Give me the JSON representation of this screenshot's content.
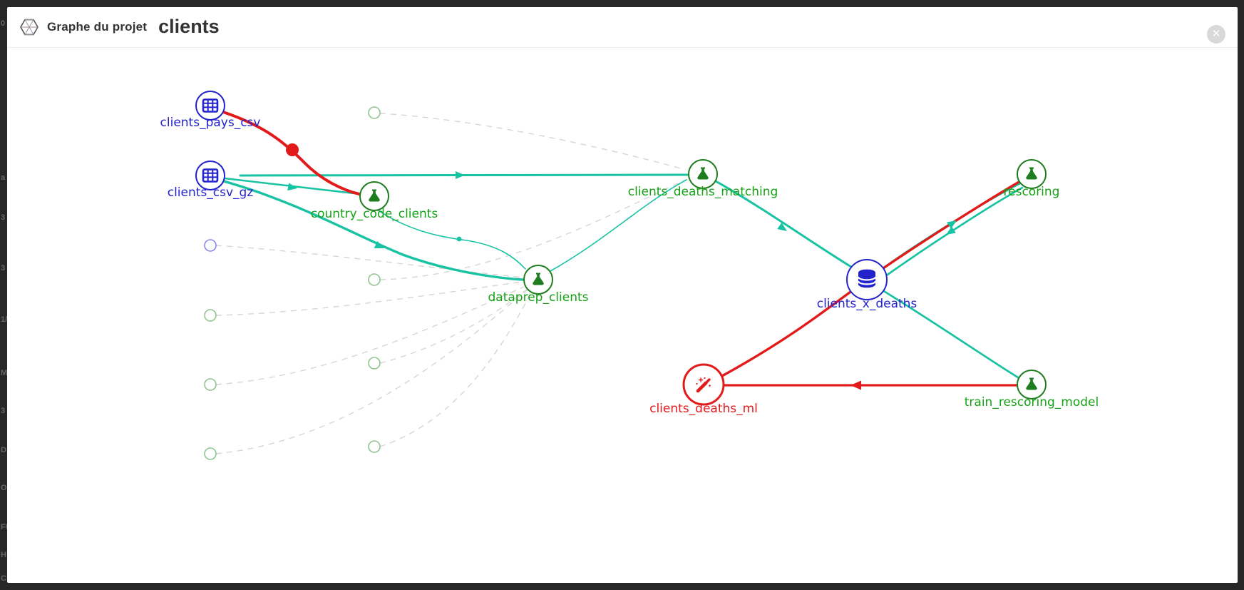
{
  "header": {
    "icon": "flow-hexagon-icon",
    "title": "Graphe du projet",
    "project_name": "clients",
    "close": "✕"
  },
  "colors": {
    "dataset_blue": "#2323cb",
    "recipe_green": "#1e7d1e",
    "label_green": "#15a015",
    "edge_teal": "#17c3a2",
    "edge_red": "#e31a1a",
    "dashed_gray": "#d6d6d6",
    "ghost_green": "#8fc48f",
    "ghost_purple": "#8c85e8",
    "frame_dark": "#272727"
  },
  "graph": {
    "nodes": [
      {
        "id": "clients_pays_csv",
        "label": "clients_pays_csv",
        "kind": "dataset",
        "icon": "table-icon"
      },
      {
        "id": "clients_csv_gz",
        "label": "clients_csv_gz",
        "kind": "dataset",
        "icon": "table-icon"
      },
      {
        "id": "country_code_clients",
        "label": "country_code_clients",
        "kind": "recipe",
        "icon": "flask-icon"
      },
      {
        "id": "dataprep_clients",
        "label": "dataprep_clients",
        "kind": "recipe",
        "icon": "flask-icon"
      },
      {
        "id": "clients_deaths_matching",
        "label": "clients_deaths_matching",
        "kind": "recipe",
        "icon": "flask-icon"
      },
      {
        "id": "clients_x_deaths",
        "label": "clients_x_deaths",
        "kind": "dataset",
        "icon": "database-icon"
      },
      {
        "id": "rescoring",
        "label": "rescoring",
        "kind": "recipe",
        "icon": "flask-icon"
      },
      {
        "id": "train_rescoring_model",
        "label": "train_rescoring_model",
        "kind": "recipe",
        "icon": "flask-icon"
      },
      {
        "id": "clients_deaths_ml",
        "label": "clients_deaths_ml",
        "kind": "ml-model",
        "icon": "magic-wand-icon"
      }
    ],
    "edges": [
      {
        "from": "clients_pays_csv",
        "to": "country_code_clients",
        "color": "red",
        "marker": "dot"
      },
      {
        "from": "clients_csv_gz",
        "to": "country_code_clients",
        "color": "teal",
        "marker": "arrow"
      },
      {
        "from": "clients_csv_gz",
        "to": "clients_deaths_matching",
        "color": "teal",
        "marker": "arrow"
      },
      {
        "from": "clients_csv_gz",
        "to": "dataprep_clients",
        "color": "teal",
        "marker": "arrow"
      },
      {
        "from": "country_code_clients",
        "to": "dataprep_clients",
        "color": "teal",
        "marker": "dot"
      },
      {
        "from": "dataprep_clients",
        "to": "clients_deaths_matching",
        "color": "teal",
        "marker": "none"
      },
      {
        "from": "clients_deaths_matching",
        "to": "clients_x_deaths",
        "color": "teal",
        "marker": "arrow"
      },
      {
        "from": "clients_x_deaths",
        "to": "rescoring",
        "color": "teal",
        "marker": "arrow"
      },
      {
        "from": "rescoring",
        "to": "clients_x_deaths",
        "color": "teal",
        "marker": "arrow"
      },
      {
        "from": "clients_x_deaths",
        "to": "train_rescoring_model",
        "color": "teal",
        "marker": "none"
      },
      {
        "from": "clients_deaths_ml",
        "to": "rescoring",
        "color": "red",
        "marker": "none"
      },
      {
        "from": "train_rescoring_model",
        "to": "clients_deaths_ml",
        "color": "red",
        "marker": "arrow"
      }
    ],
    "ghost_nodes": [
      {
        "color": "green"
      },
      {
        "color": "purple"
      },
      {
        "color": "green"
      },
      {
        "color": "green"
      },
      {
        "color": "green"
      },
      {
        "color": "green"
      },
      {
        "color": "green"
      },
      {
        "color": "green"
      }
    ]
  },
  "left_edge_fragments": [
    "0",
    "a",
    "3",
    "3",
    "1/",
    "M",
    "3",
    "D",
    "O",
    "FU",
    "H",
    "C"
  ]
}
